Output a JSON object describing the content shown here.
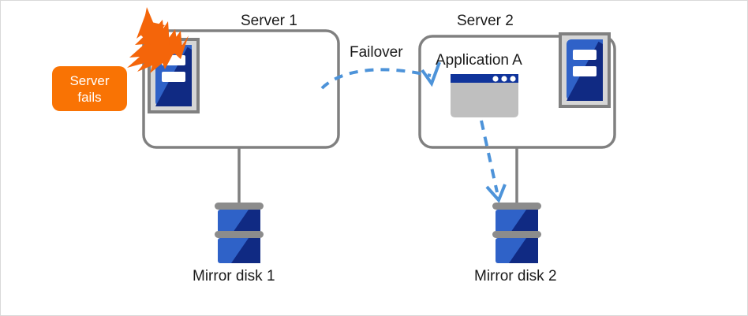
{
  "diagram": {
    "title_nodes": {
      "server1": "Server 1",
      "server2": "Server 2"
    },
    "labels": {
      "failover": "Failover",
      "application": "Application A",
      "mirror_disk_1": "Mirror disk 1",
      "mirror_disk_2": "Mirror disk 2"
    },
    "badge": {
      "line1": "Server",
      "line2": "fails"
    },
    "icons": {
      "server_icon_1": "server-rack-icon",
      "server_icon_2": "server-rack-icon",
      "app_window": "application-window-icon",
      "lightning": "lightning-bolt-icon",
      "disk_1": "mirror-disk-icon",
      "disk_2": "mirror-disk-icon",
      "failover_arrow": "dashed-curved-arrow-icon",
      "mirror_arrow": "dashed-arrow-down-icon"
    },
    "colors": {
      "badge_orange": "#f97304",
      "lightning_orange": "#f4650a",
      "box_outline_gray": "#808080",
      "server_icon_blue_light": "#2f62c8",
      "server_icon_blue_dark": "#102a83",
      "app_titlebar_blue": "#10349b",
      "app_body_gray": "#bfbfbf",
      "icon_frame_gray": "#808080",
      "icon_frame_fill": "#d6d6d6",
      "arrow_blue": "#4d93d9",
      "disk_band_gray": "#8c8c8c",
      "connector_gray": "#808080",
      "text_black": "#1a1a1a",
      "canvas_border": "#d9d9d9"
    }
  }
}
